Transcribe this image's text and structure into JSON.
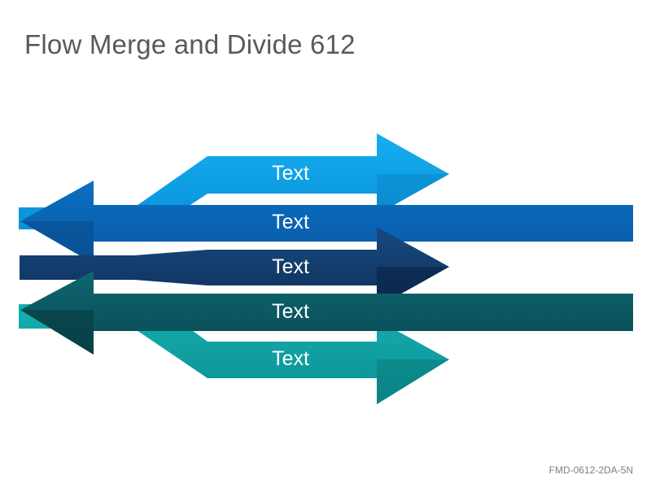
{
  "title": "Flow Merge and Divide 612",
  "arrows": [
    {
      "label": "Text",
      "color": "#0ea5e9",
      "dark": "#0b7fc4"
    },
    {
      "label": "Text",
      "color": "#0a66b5",
      "dark": "#0a4e96"
    },
    {
      "label": "Text",
      "color": "#123d6e",
      "dark": "#0d2b52"
    },
    {
      "label": "Text",
      "color": "#0c5a62",
      "dark": "#084047"
    },
    {
      "label": "Text",
      "color": "#12a4a6",
      "dark": "#0b7d80"
    }
  ],
  "code": "FMD-0612-2DA-5N"
}
